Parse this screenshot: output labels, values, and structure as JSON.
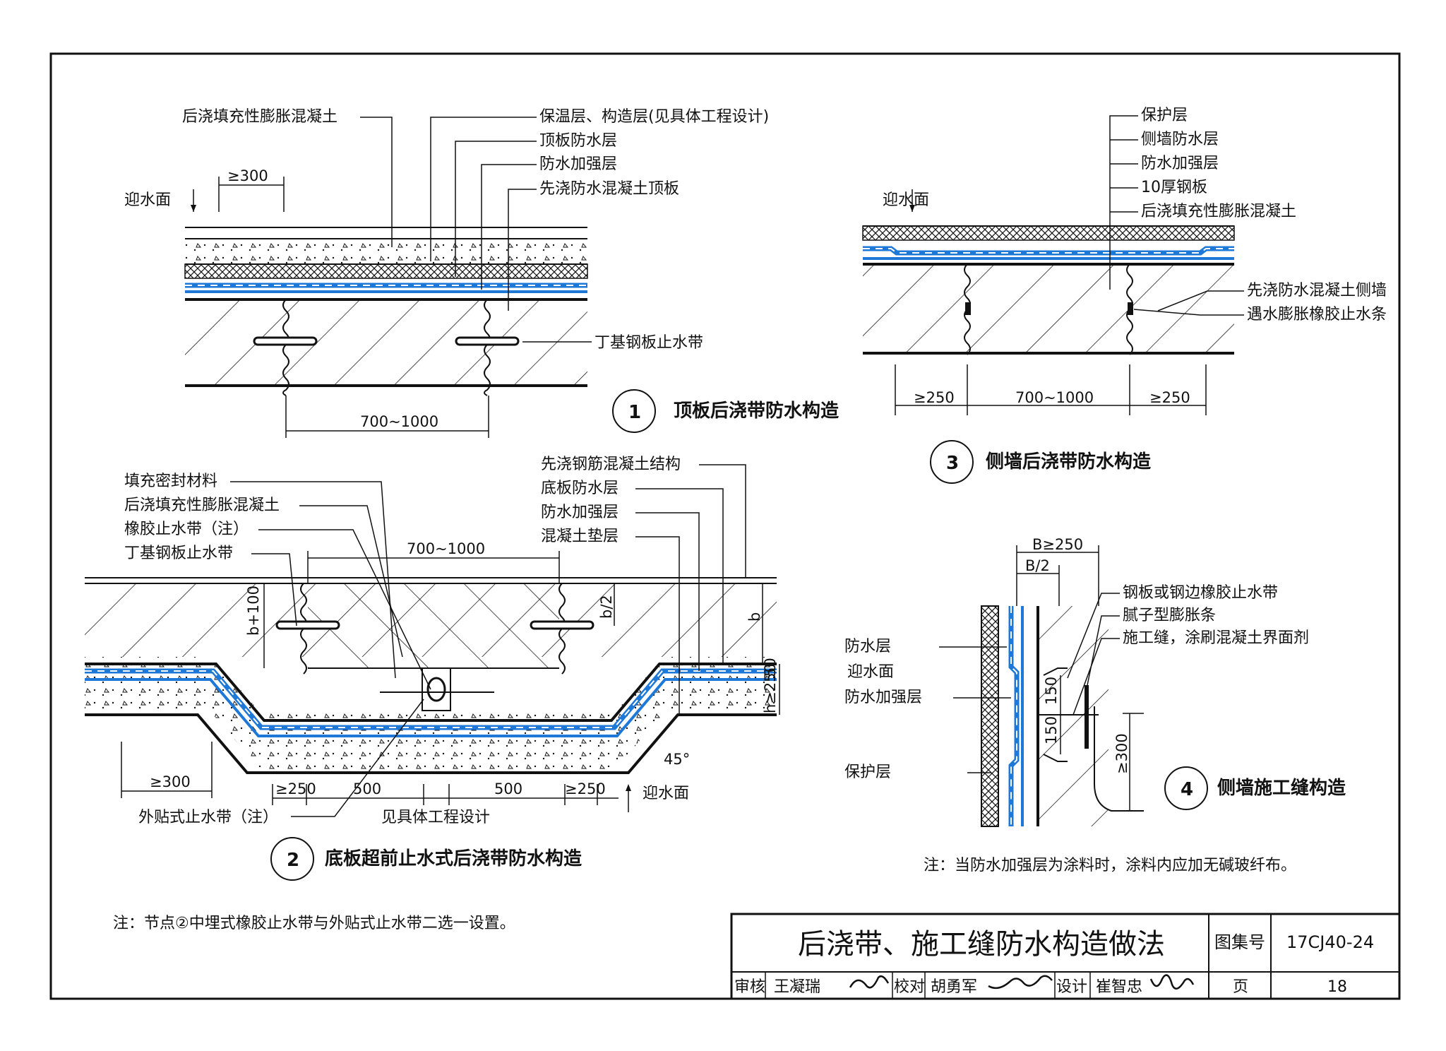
{
  "detail1": {
    "labels": [
      "后浇填充性膨胀混凝土",
      "保温层、构造层(见具体工程设计)",
      "顶板防水层",
      "防水加强层",
      "先浇防水混凝土顶板",
      "丁基钢板止水带"
    ],
    "water_face": "迎水面",
    "dim_top": "≥300",
    "dim_bottom": "700~1000",
    "number": "1",
    "title": "顶板后浇带防水构造"
  },
  "detail2": {
    "labels_left": [
      "填充密封材料",
      "后浇填充性膨胀混凝土",
      "橡胶止水带（注）",
      "丁基钢板止水带"
    ],
    "labels_right": [
      "先浇钢筋混凝土结构",
      "底板防水层",
      "防水加强层",
      "混凝土垫层"
    ],
    "dim_top": "700~1000",
    "dim_b100": "b+100",
    "dim_b2": "b/2",
    "dim_b": "b",
    "dim_50": "50",
    "dim_h": "h≥250",
    "dims_bottom": [
      "≥300",
      "≥250",
      "500",
      "500",
      "≥250"
    ],
    "angle": "45°",
    "water_face": "迎水面",
    "external_strip": "外贴式止水带（注）",
    "see_design": "见具体工程设计",
    "number": "2",
    "title": "底板超前止水式后浇带防水构造"
  },
  "detail3": {
    "labels_top": [
      "保护层",
      "侧墙防水层",
      "防水加强层",
      "10厚钢板",
      "后浇填充性膨胀混凝土"
    ],
    "labels_right": [
      "先浇防水混凝土侧墙",
      "遇水膨胀橡胶止水条"
    ],
    "water_face": "迎水面",
    "dims": [
      "≥250",
      "700~1000",
      "≥250"
    ],
    "number": "3",
    "title": "侧墙后浇带防水构造"
  },
  "detail4": {
    "dim_B": "B≥250",
    "dim_B2": "B/2",
    "labels_right": [
      "钢板或钢边橡胶止水带",
      "腻子型膨胀条",
      "施工缝，涂刷混凝土界面剂"
    ],
    "labels_left": [
      "防水层",
      "迎水面",
      "防水加强层",
      "保护层"
    ],
    "dim_150a": "150",
    "dim_150b": "150",
    "dim_300": "≥300",
    "number": "4",
    "title": "侧墙施工缝构造"
  },
  "notes": {
    "right": "注：当防水加强层为涂料时，涂料内应加无碱玻纤布。",
    "left": "注：节点②中埋式橡胶止水带与外贴式止水带二选一设置。"
  },
  "title_block": {
    "title": "后浇带、施工缝防水构造做法",
    "atlas_label": "图集号",
    "atlas_no": "17CJ40-24",
    "review_label": "审核",
    "reviewer": "王凝瑞",
    "check_label": "校对",
    "checker": "胡勇军",
    "design_label": "设计",
    "designer": "崔智忠",
    "page_label": "页",
    "page_no": "18"
  },
  "colors": {
    "waterproof": "#1e78d8",
    "line": "#111111"
  }
}
